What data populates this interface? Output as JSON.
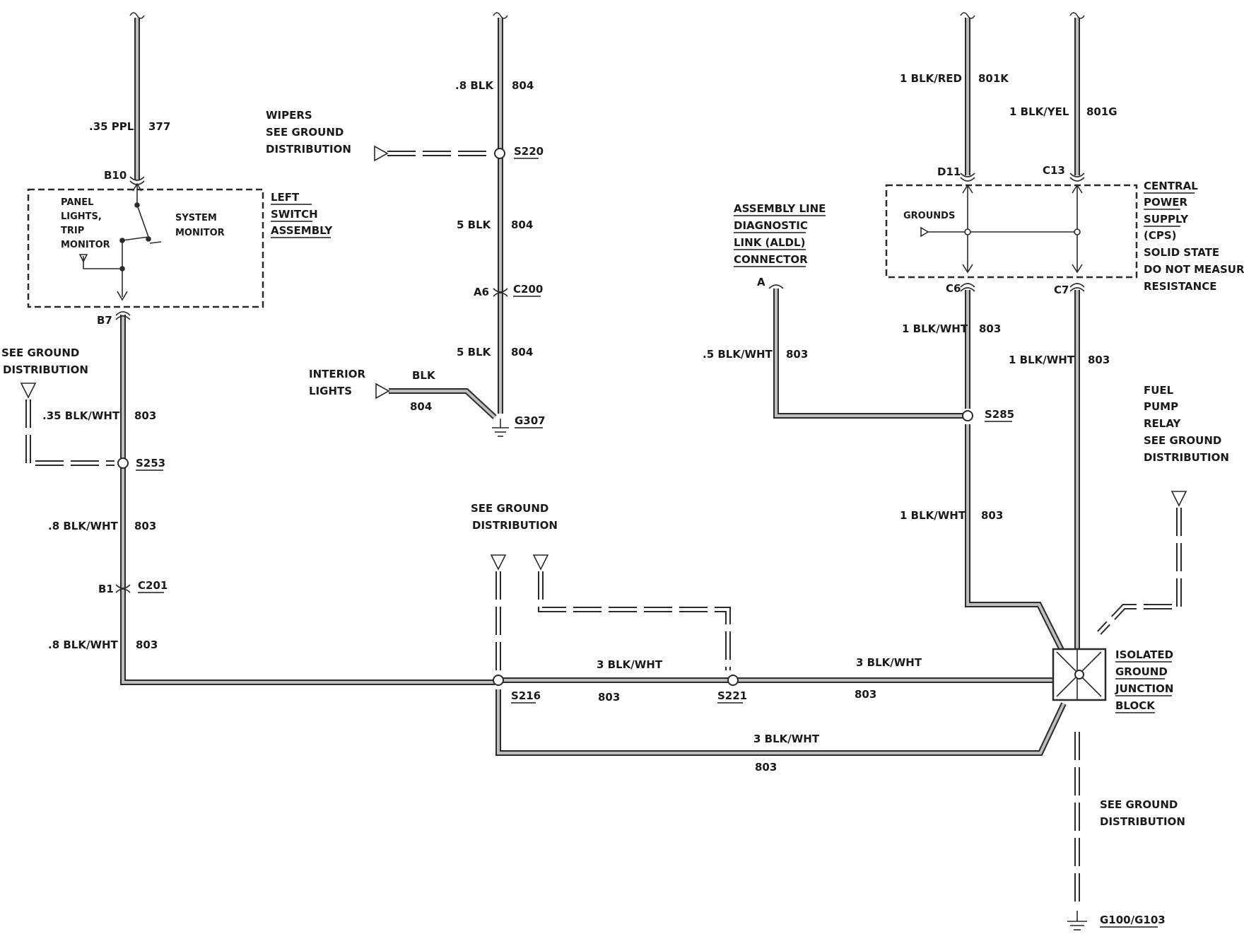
{
  "labels": {
    "ppl_gauge": ".35 PPL",
    "ppl_circuit": "377",
    "b10": "B10",
    "panel_lights": "PANEL",
    "panel_lights2": "LIGHTS,",
    "trip": "TRIP",
    "monitor": "MONITOR",
    "system": "SYSTEM",
    "system_monitor": "MONITOR",
    "left": "LEFT",
    "switch": "SWITCH",
    "assembly": "ASSEMBLY",
    "b7": "B7",
    "see_ground_1a": "SEE GROUND",
    "see_ground_1b": "DISTRIBUTION",
    "w_035_blkwht": ".35 BLK/WHT",
    "c803_a": "803",
    "s253": "S253",
    "w_08_blkwht_a": ".8 BLK/WHT",
    "c803_b": "803",
    "b1": "B1",
    "c201": "C201",
    "w_08_blkwht_b": ".8 BLK/WHT",
    "c803_c": "803",
    "w_08_blk": ".8 BLK",
    "c804_a": "804",
    "wipers": "WIPERS",
    "wipers2": "SEE GROUND",
    "wipers3": "DISTRIBUTION",
    "s220": "S220",
    "w_5_blk_a": "5 BLK",
    "c804_b": "804",
    "a6": "A6",
    "c200": "C200",
    "w_5_blk_b": "5 BLK",
    "c804_c": "804",
    "interior": "INTERIOR",
    "lights": "LIGHTS",
    "blk": "BLK",
    "c804_d": "804",
    "g307": "G307",
    "aldl1": "ASSEMBLY LINE",
    "aldl2": "DIAGNOSTIC",
    "aldl3": "LINK (ALDL)",
    "aldl4": "CONNECTOR",
    "pin_a": "A",
    "w_05_blkwht": ".5 BLK/WHT",
    "c803_d": "803",
    "w_1_blkred": "1 BLK/RED",
    "c801k": "801K",
    "w_1_blkyel": "1 BLK/YEL",
    "c801g": "801G",
    "d11": "D11",
    "c13": "C13",
    "grounds": "GROUNDS",
    "cps1": "CENTRAL",
    "cps2": "POWER",
    "cps3": "SUPPLY",
    "cps4": "(CPS)",
    "cps5": "SOLID STATE",
    "cps6": "DO NOT MEASURE",
    "cps7": "RESISTANCE",
    "c6": "C6",
    "c7": "C7",
    "w_1_blkwht_a": "1 BLK/WHT",
    "c803_e": "803",
    "w_1_blkwht_b": "1 BLK/WHT",
    "c803_f": "803",
    "s285": "S285",
    "w_1_blkwht_c": "1 BLK/WHT",
    "c803_g": "803",
    "fuel1": "FUEL",
    "fuel2": "PUMP",
    "fuel3": "RELAY",
    "fuel4": "SEE GROUND",
    "fuel5": "DISTRIBUTION",
    "see_ground_2a": "SEE GROUND",
    "see_ground_2b": "DISTRIBUTION",
    "w_3_blkwht_a": "3 BLK/WHT",
    "c803_h": "803",
    "w_3_blkwht_b": "3 BLK/WHT",
    "c803_i": "803",
    "s216": "S216",
    "s221": "S221",
    "w_3_blkwht_c": "3 BLK/WHT",
    "c803_j": "803",
    "igjb1": "ISOLATED",
    "igjb2": "GROUND",
    "igjb3": "JUNCTION",
    "igjb4": "BLOCK",
    "see_ground_3a": "SEE GROUND",
    "see_ground_3b": "DISTRIBUTION",
    "g100": "G100/G103"
  }
}
